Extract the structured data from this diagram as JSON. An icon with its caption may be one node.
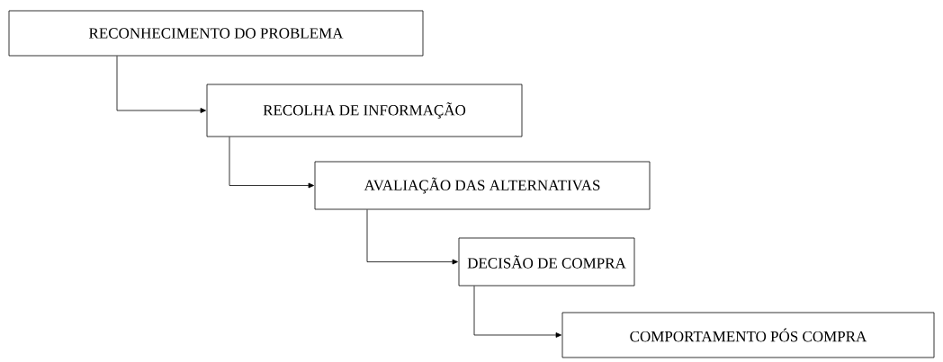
{
  "diagram": {
    "nodes": [
      {
        "text": [
          "RECONHECIMENTO DO PROBLEMA"
        ]
      },
      {
        "text": [
          "RECOLHA DE INFORMAÇÃO"
        ]
      },
      {
        "text": [
          "AVALIAÇÃO DAS ALTERNATIVAS"
        ]
      },
      {
        "text": [
          "DECISÃO DE COMPRA"
        ]
      },
      {
        "text": [
          "COMPORTAMENTO PÓS COMPRA"
        ]
      }
    ],
    "edges": [
      {
        "from": 0,
        "to": 1,
        "arrow": "to"
      },
      {
        "from": 1,
        "to": 2,
        "arrow": "to"
      },
      {
        "from": 2,
        "to": 3,
        "arrow": "to"
      },
      {
        "from": 3,
        "to": 4,
        "arrow": "to"
      }
    ]
  }
}
